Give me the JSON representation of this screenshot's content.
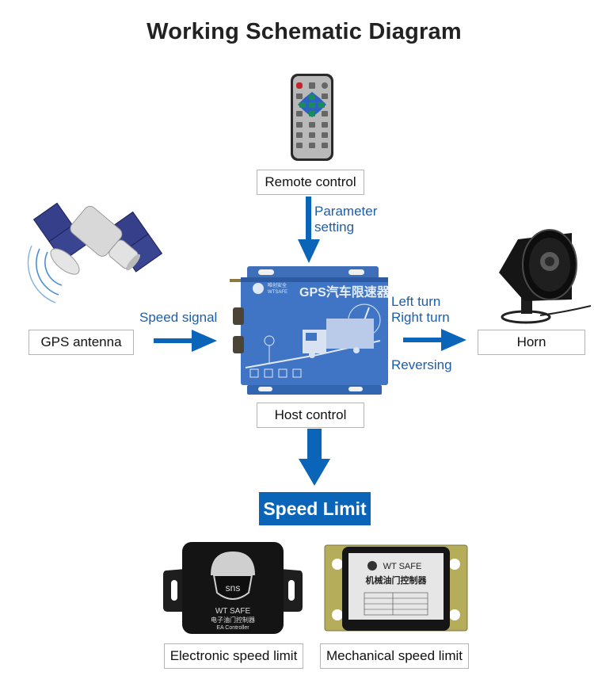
{
  "title": "Working Schematic Diagram",
  "colors": {
    "accent_blue": "#0a64b8",
    "label_text_blue": "#1a5fae",
    "box_border": "#b5b5b5"
  },
  "nodes": {
    "remote_control": {
      "label": "Remote control",
      "icon": "remote-control-icon"
    },
    "gps_antenna": {
      "label": "GPS antenna",
      "icon": "satellite-icon"
    },
    "host_control": {
      "label": "Host control",
      "icon": "gps-speed-limiter-device-icon",
      "device_text": "GPS汽车限速器",
      "brand": "WTSAFE"
    },
    "horn": {
      "label": "Horn",
      "icon": "horn-speaker-icon"
    },
    "electronic_speed_limit": {
      "label": "Electronic speed limit",
      "icon": "ea-controller-icon",
      "device_text": [
        "WTSAFE",
        "电子油门控制器",
        "EA Controller"
      ]
    },
    "mechanical_speed_limit": {
      "label": "Mechanical speed limit",
      "icon": "mechanical-controller-icon",
      "device_text": [
        "WTSAFE",
        "机械油门控制器"
      ]
    }
  },
  "edges": {
    "parameter_setting": [
      "Parameter",
      "setting"
    ],
    "speed_signal": "Speed signal",
    "outputs_top": [
      "Left turn",
      "Right turn"
    ],
    "outputs_bottom": "Reversing"
  },
  "speed_limit_banner": "Speed Limit"
}
